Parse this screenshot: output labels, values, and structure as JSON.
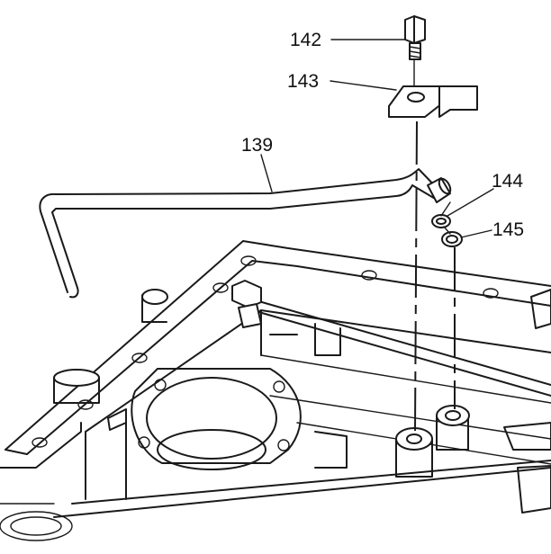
{
  "callouts": [
    {
      "id": "142",
      "label": "142"
    },
    {
      "id": "143",
      "label": "143"
    },
    {
      "id": "139",
      "label": "139"
    },
    {
      "id": "144",
      "label": "144"
    },
    {
      "id": "145",
      "label": "145"
    }
  ]
}
